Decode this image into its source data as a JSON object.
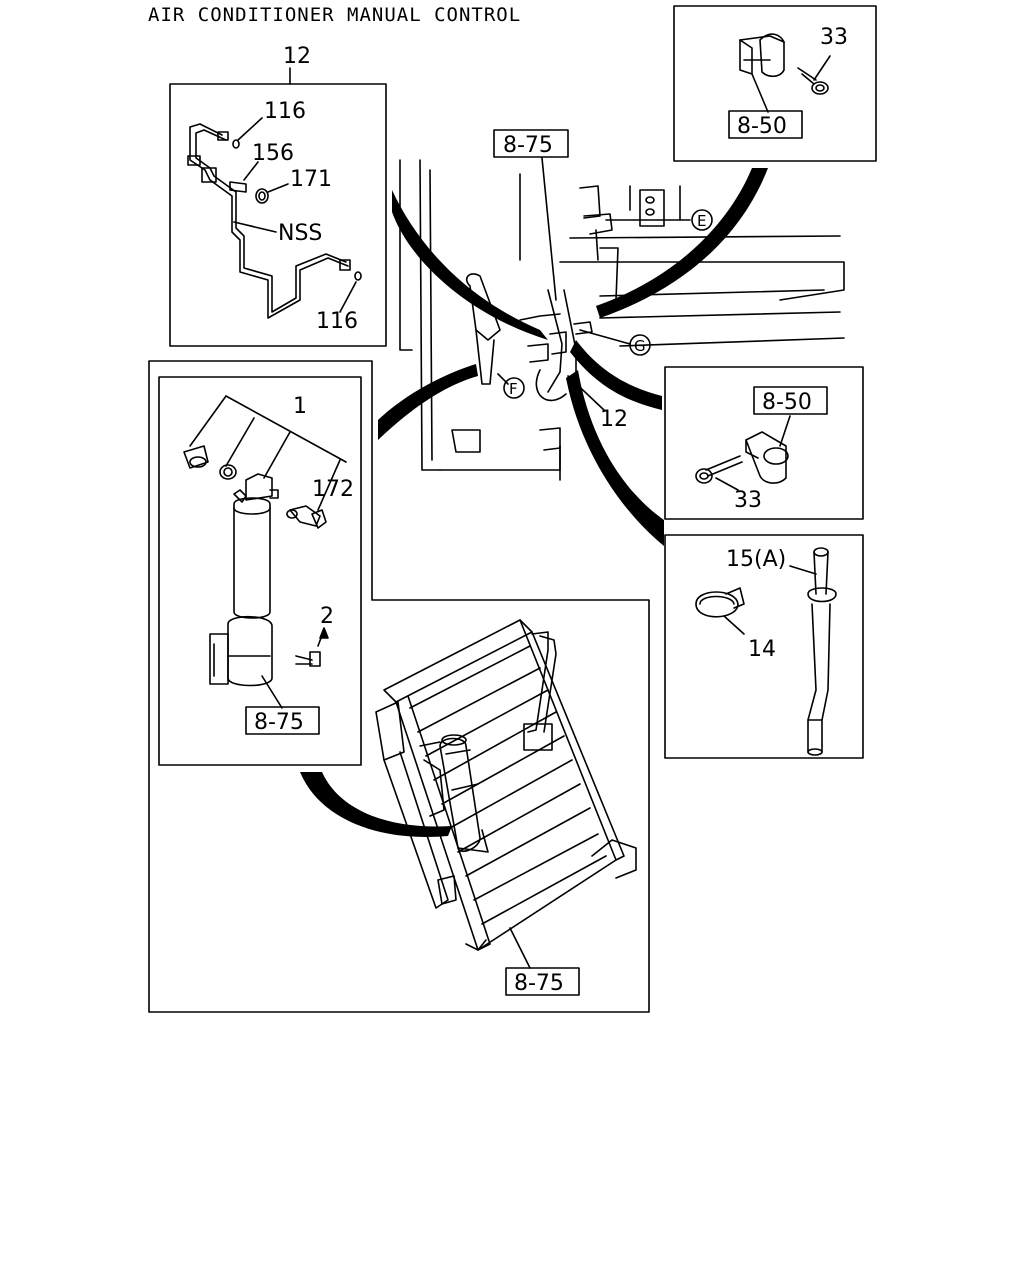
{
  "title": "AIR CONDITIONER MANUAL CONTROL",
  "labels": {
    "n12_top": "12",
    "n116_a": "116",
    "n156": "156",
    "n171": "171",
    "nss": "NSS",
    "n116_b": "116",
    "n33_top": "33",
    "n33_mid": "33",
    "n1": "1",
    "n172": "172",
    "n2": "2",
    "n12_mid": "12",
    "n15a": "15(A)",
    "n14": "14"
  },
  "refs": {
    "r875_center": "8-75",
    "r875_receiver": "8-75",
    "r875_condenser": "8-75",
    "r850_top": "8-50",
    "r850_mid": "8-50"
  },
  "circles": {
    "e": "E",
    "f": "F",
    "g": "G"
  }
}
